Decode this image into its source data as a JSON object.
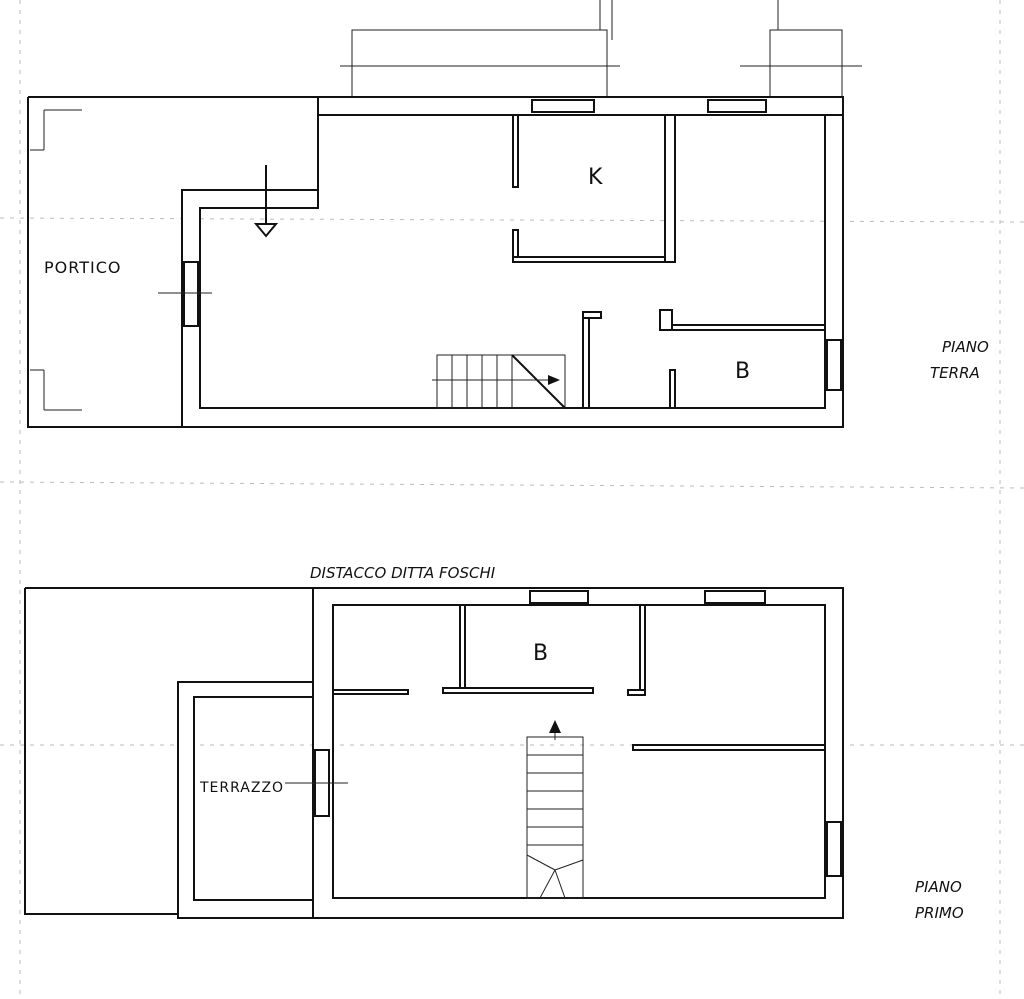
{
  "ground_floor": {
    "title_line1": "PIANO",
    "title_line2": "TERRA",
    "rooms": {
      "portico": "PORTICO",
      "kitchen": "K",
      "bath": "B"
    }
  },
  "first_floor": {
    "title_line1": "PIANO",
    "title_line2": "PRIMO",
    "note": "DISTACCO DITTA FOSCHI",
    "rooms": {
      "terrace": "TERRAZZO",
      "bath": "B"
    }
  }
}
